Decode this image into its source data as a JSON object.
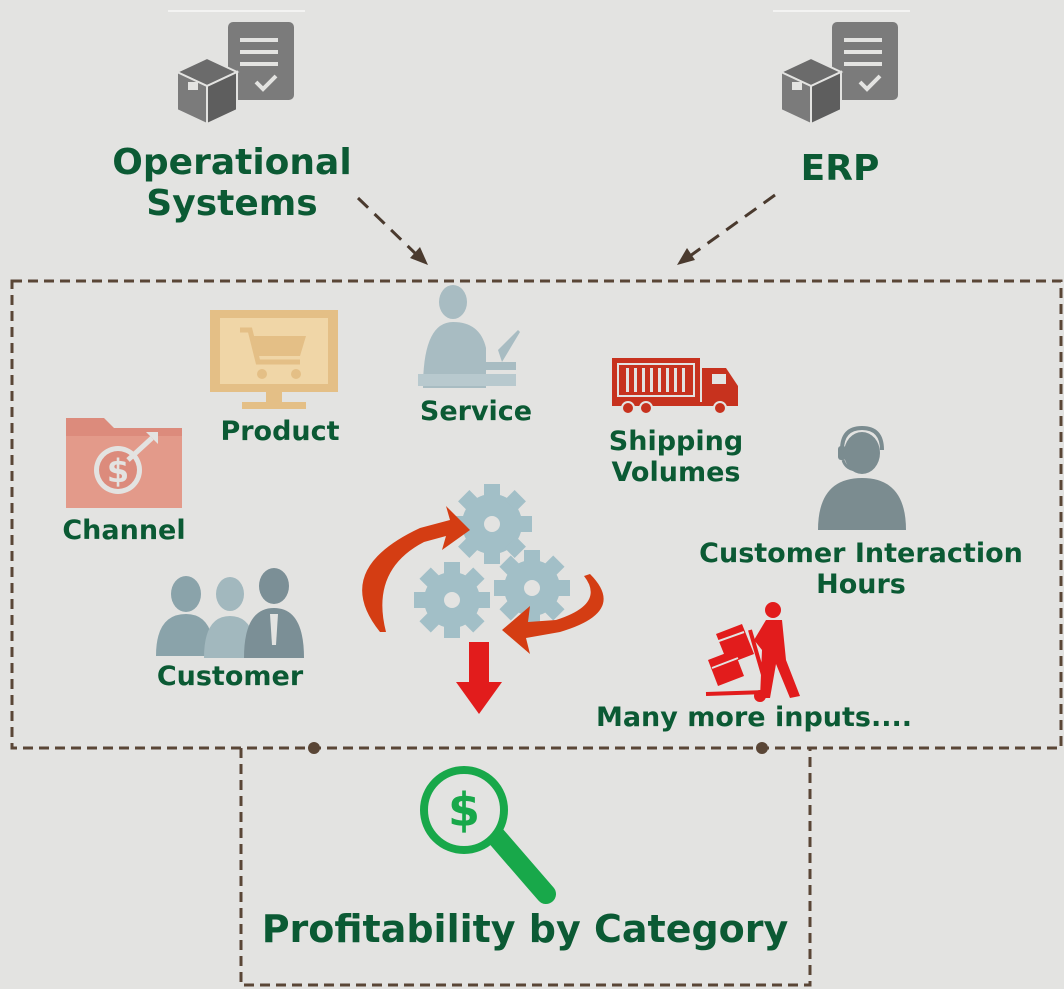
{
  "sources": {
    "operational_line1": "Operational",
    "operational_line2": "Systems",
    "erp": "ERP"
  },
  "inputs": {
    "product": "Product",
    "service": "Service",
    "shipping_line1": "Shipping",
    "shipping_line2": "Volumes",
    "channel": "Channel",
    "customer_interaction_line1": "Customer Interaction",
    "customer_interaction_line2": "Hours",
    "customer": "Customer",
    "many_more": "Many more inputs...."
  },
  "output": {
    "title": "Profitability by Category",
    "dollar_symbol": "$"
  },
  "icons": {
    "channel_symbol": "$"
  },
  "colors": {
    "label_green": "#0b5a34",
    "border_brown": "#5a4636",
    "accent_red": "#e21c1c",
    "arrow_orange": "#d43d13",
    "gear_blue": "#a2bfc7",
    "magnifier_green": "#18a84a",
    "icon_gray": "#7b7b7b"
  }
}
